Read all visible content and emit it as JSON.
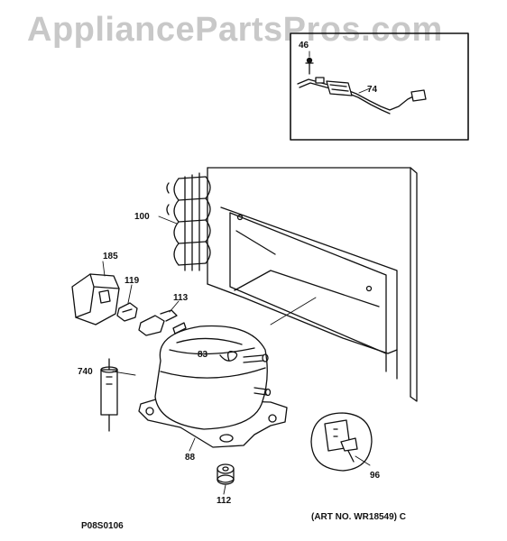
{
  "watermark": "AppliancePartsPros.com",
  "callouts": {
    "p46": "46",
    "p74": "74",
    "p100": "100",
    "p185": "185",
    "p119": "119",
    "p113": "113",
    "p83": "83",
    "p740": "740",
    "p88": "88",
    "p112": "112",
    "p96": "96"
  },
  "footer": {
    "diagram_id": "P08S0106",
    "art_number": "(ART NO. WR18549) C"
  }
}
